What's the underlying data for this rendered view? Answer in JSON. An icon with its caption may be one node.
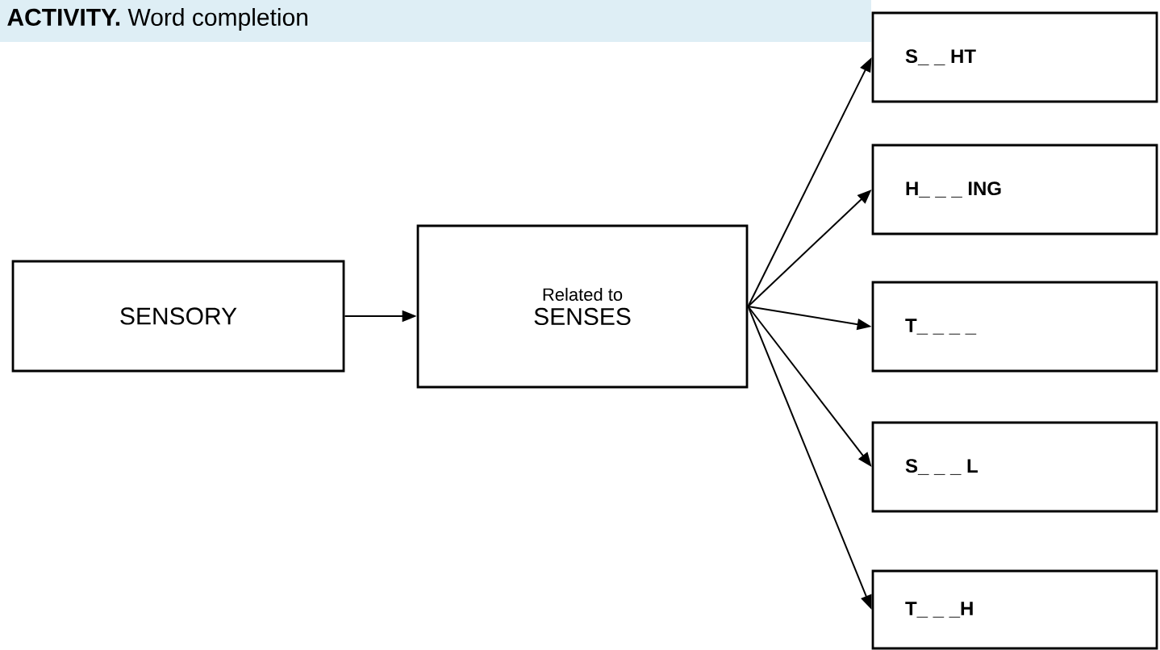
{
  "diagram": {
    "title": "**ACTIVITY.** Word completion",
    "nodes": [
      {
        "text": [
          "SENSORY"
        ]
      },
      {
        "text": [
          "Related to",
          "SENSES"
        ]
      },
      {
        "text": [
          "S_ _ HT"
        ]
      },
      {
        "text": [
          "H_ _ _ ING"
        ]
      },
      {
        "text": [
          "T_ _ _ _"
        ]
      },
      {
        "text": [
          "S_ _ _ L"
        ]
      },
      {
        "text": [
          "T_ _ _H"
        ]
      }
    ],
    "edges": [
      {
        "from": 0,
        "to": 1,
        "arrow": "to"
      },
      {
        "from": 1,
        "to": 2,
        "arrow": "to"
      },
      {
        "from": 1,
        "to": 3,
        "arrow": "to"
      },
      {
        "from": 1,
        "to": 4,
        "arrow": "to"
      },
      {
        "from": 1,
        "to": 5,
        "arrow": "to"
      },
      {
        "from": 1,
        "to": 6,
        "arrow": "to"
      }
    ]
  }
}
